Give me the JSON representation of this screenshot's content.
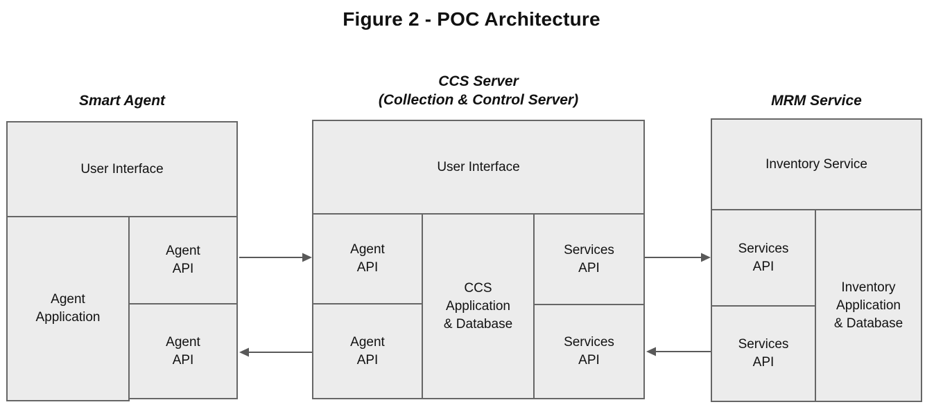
{
  "title": "Figure 2 - POC Architecture",
  "colors": {
    "box_fill": "#ececec",
    "box_border": "#666666",
    "arrow": "#595959",
    "text": "#111111",
    "background": "#ffffff"
  },
  "sections": {
    "smart_agent": {
      "header": "Smart Agent",
      "boxes": {
        "user_interface": "User Interface",
        "agent_application": "Agent\nApplication",
        "agent_api_top": "Agent\nAPI",
        "agent_api_bottom": "Agent\nAPI"
      }
    },
    "ccs_server": {
      "header": "CCS Server\n(Collection & Control Server)",
      "boxes": {
        "user_interface": "User Interface",
        "agent_api_top": "Agent\nAPI",
        "agent_api_bottom": "Agent\nAPI",
        "ccs_application_database": "CCS\nApplication\n& Database",
        "services_api_top": "Services\nAPI",
        "services_api_bottom": "Services\nAPI"
      }
    },
    "mrm_service": {
      "header": "MRM Service",
      "boxes": {
        "inventory_service": "Inventory Service",
        "services_api_top": "Services\nAPI",
        "services_api_bottom": "Services\nAPI",
        "inventory_application_database": "Inventory\nApplication\n& Database"
      }
    }
  },
  "arrows": [
    {
      "from": "smart_agent.agent_api_top",
      "to": "ccs_server.agent_api_top",
      "direction": "right"
    },
    {
      "from": "ccs_server.agent_api_bottom",
      "to": "smart_agent.agent_api_bottom",
      "direction": "left"
    },
    {
      "from": "ccs_server.services_api_top",
      "to": "mrm_service.services_api_top",
      "direction": "right"
    },
    {
      "from": "mrm_service.services_api_bottom",
      "to": "ccs_server.services_api_bottom",
      "direction": "left"
    }
  ]
}
